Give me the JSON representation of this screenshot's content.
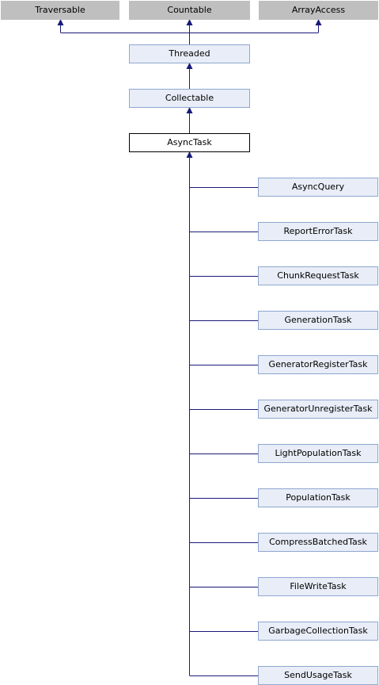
{
  "diagram": {
    "interfaces": [
      "Traversable",
      "Countable",
      "ArrayAccess"
    ],
    "ancestors": [
      "Threaded",
      "Collectable"
    ],
    "current": "AsyncTask",
    "children": [
      "AsyncQuery",
      "ReportErrorTask",
      "ChunkRequestTask",
      "GenerationTask",
      "GeneratorRegisterTask",
      "GeneratorUnregisterTask",
      "LightPopulationTask",
      "PopulationTask",
      "CompressBatchedTask",
      "FileWriteTask",
      "GarbageCollectionTask",
      "SendUsageTask"
    ],
    "colors": {
      "interface_fill": "#bfbfbf",
      "class_fill": "#e8edf7",
      "class_border": "#8ea7d0",
      "current_fill": "#ffffff",
      "current_border": "#000000",
      "edge": "#1a1a7a"
    }
  }
}
